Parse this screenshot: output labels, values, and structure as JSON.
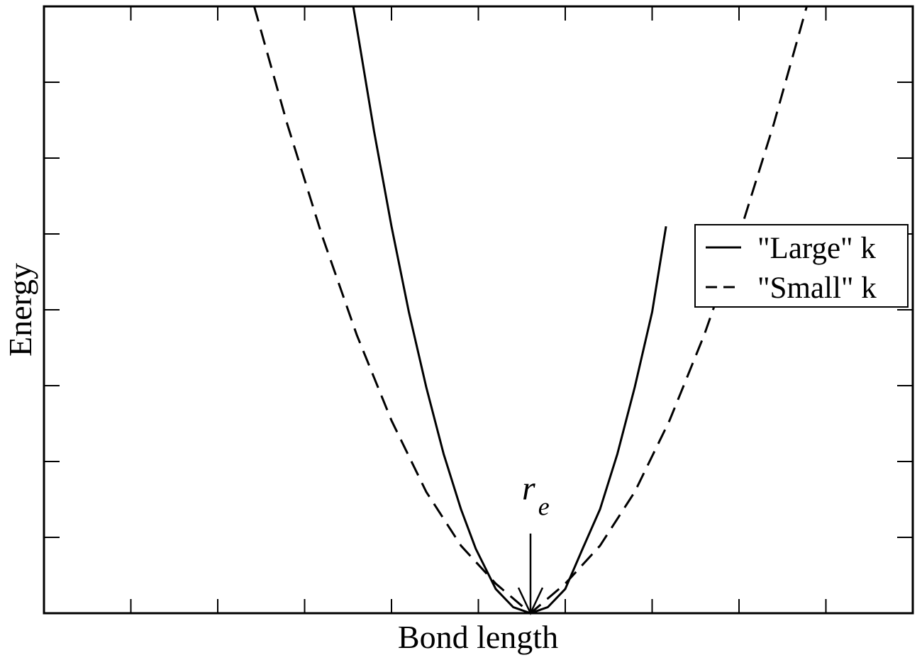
{
  "chart_data": {
    "type": "line",
    "title": "",
    "xlabel": "Bond length",
    "ylabel": "Energy",
    "xlim": [
      0,
      10
    ],
    "ylim": [
      0,
      8
    ],
    "x_tick_labels_shown": false,
    "y_tick_labels_shown": false,
    "grid": false,
    "legend_position": "right",
    "series": [
      {
        "name": "\"Large\" k",
        "line_style": "solid",
        "color": "#000000",
        "x": [
          3.56,
          3.8,
          4.0,
          4.2,
          4.4,
          4.6,
          4.8,
          4.97,
          5.2,
          5.4,
          5.6,
          5.8,
          6.0,
          6.2,
          6.4,
          6.6,
          6.8,
          7.0,
          7.16
        ],
        "y": [
          8.0,
          6.35,
          5.1,
          3.97,
          2.98,
          2.1,
          1.37,
          0.85,
          0.32,
          0.08,
          0.0,
          0.08,
          0.32,
          0.85,
          1.37,
          2.1,
          2.98,
          3.97,
          5.1
        ]
      },
      {
        "name": "\"Small\" k",
        "line_style": "dashed",
        "color": "#000000",
        "x": [
          2.42,
          2.8,
          3.2,
          3.6,
          4.0,
          4.4,
          4.8,
          5.2,
          5.6,
          6.0,
          6.4,
          6.8,
          7.2,
          7.6,
          8.0,
          8.4,
          8.78
        ],
        "y": [
          8.0,
          6.45,
          4.98,
          3.67,
          2.54,
          1.6,
          0.89,
          0.39,
          0.0,
          0.39,
          0.89,
          1.6,
          2.54,
          3.67,
          4.98,
          6.45,
          8.0
        ]
      }
    ],
    "annotation": {
      "text": "r",
      "subscript": "e",
      "x": 5.6,
      "arrow_from_y": 1.05,
      "arrow_to_y": 0.0
    }
  }
}
